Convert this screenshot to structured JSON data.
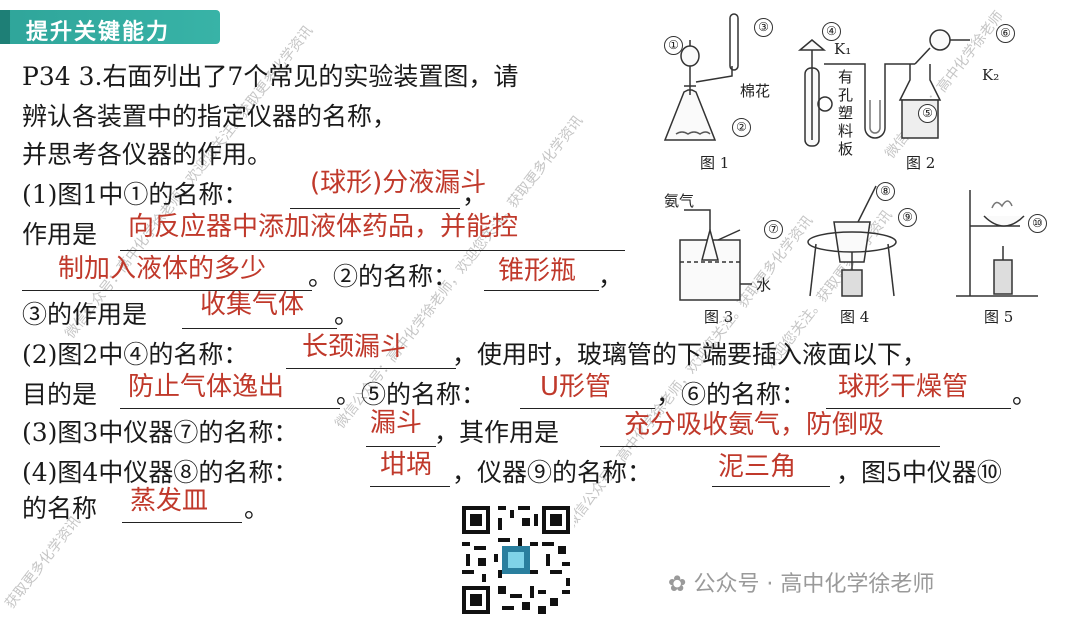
{
  "header": {
    "title": "提升关键能力"
  },
  "question": {
    "line1": "P34 3.右面列出了7个常见的实验装置图，请",
    "line2": "辨认各装置中的指定仪器的名称，",
    "line3": "并思考各仪器的作用。",
    "p1_a": "(1)图1中①的名称：",
    "p1_b": "，",
    "p1_c": "作用是",
    "p1_d": "。②的名称：",
    "p1_e": "，",
    "p1_f": "③的作用是",
    "p1_g": "。",
    "p2_a": "(2)图2中④的名称：",
    "p2_b": "，使用时，玻璃管的下端要插入液面以下，",
    "p2_c": "目的是",
    "p2_d": "。⑤的名称：",
    "p2_e": "，⑥的名称：",
    "p2_f": "。",
    "p3_a": "(3)图3中仪器⑦的名称：",
    "p3_b": "，其作用是",
    "p4_a": "(4)图4中仪器⑧的名称：",
    "p4_b": "，仪器⑨的名称：",
    "p4_c": "，图5中仪器⑩",
    "p4_d": "的名称",
    "p4_e": "。"
  },
  "answers": {
    "a1": "(球形)分液漏斗",
    "a2_line1": "向反应器中添加液体药品，并能控",
    "a2_line2": "制加入液体的多少",
    "a3": "锥形瓶",
    "a4": "收集气体",
    "a5": "长颈漏斗",
    "a6": "防止气体逸出",
    "a7": "U形管",
    "a8": "球形干燥管",
    "a9": "漏斗",
    "a10": "充分吸收氨气，防倒吸",
    "a11": "坩埚",
    "a12": "泥三角",
    "a13": "蒸发皿"
  },
  "figures": {
    "fig1": "图 1",
    "fig2": "图 2",
    "fig3": "图 3",
    "fig4": "图 4",
    "fig5": "图 5",
    "cotton": "棉花",
    "k1": "K₁",
    "k2": "K₂",
    "plate": [
      "有",
      "孔",
      "塑",
      "料",
      "板"
    ],
    "ammonia": "氨气",
    "water": "水",
    "n1": "①",
    "n2": "②",
    "n3": "③",
    "n4": "④",
    "n5": "⑤",
    "n6": "⑥",
    "n7": "⑦",
    "n8": "⑧",
    "n9": "⑨",
    "n10": "⑩"
  },
  "watermarks": {
    "w1": "微信公众号：高中化学徐老师，欢迎您关注。获取更多化学资讯",
    "w2": "欢迎您关注。获取更多化学资讯",
    "w3": "微信公众号：高中化学徐老师",
    "w4": "获取更多化学资讯"
  },
  "footer": {
    "text": "公众号 · 高中化学徐老师"
  },
  "colors": {
    "header": "#2fa59a",
    "answer": "#c0392b"
  }
}
